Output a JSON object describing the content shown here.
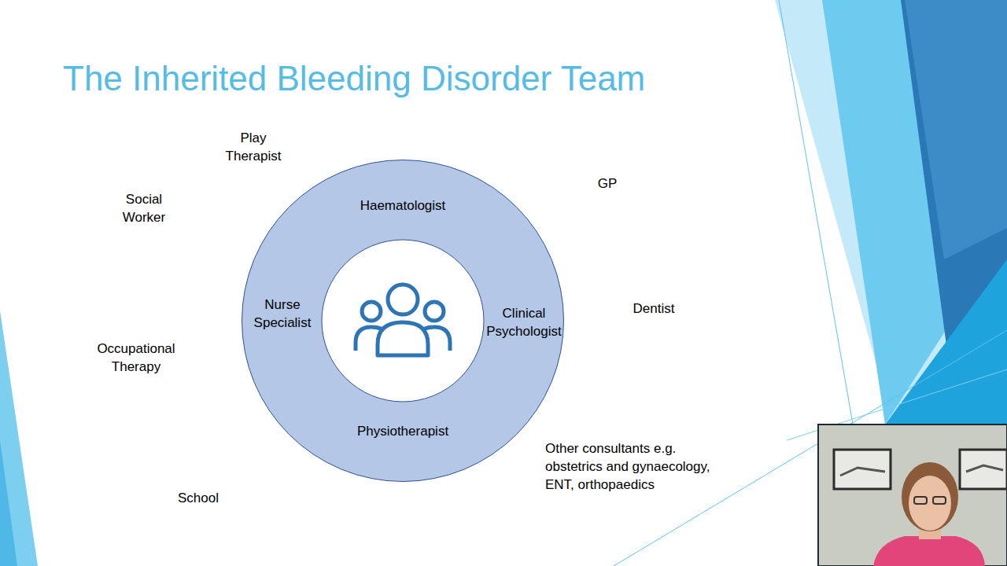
{
  "diagram": {
    "title": "The Inherited Bleeding Disorder Team",
    "nodes": [
      {
        "text": [
          "Haematologist",
          "Nurse Specialist",
          "Clinical Psychologist",
          "Physiotherapist"
        ]
      }
    ],
    "labels": [
      "Play Therapist",
      "Social Worker",
      "GP",
      "Dentist",
      "Occupational Therapy",
      "Other consultants e.g. obstetrics and gynaecology, ENT, orthopaedics",
      "School"
    ]
  }
}
